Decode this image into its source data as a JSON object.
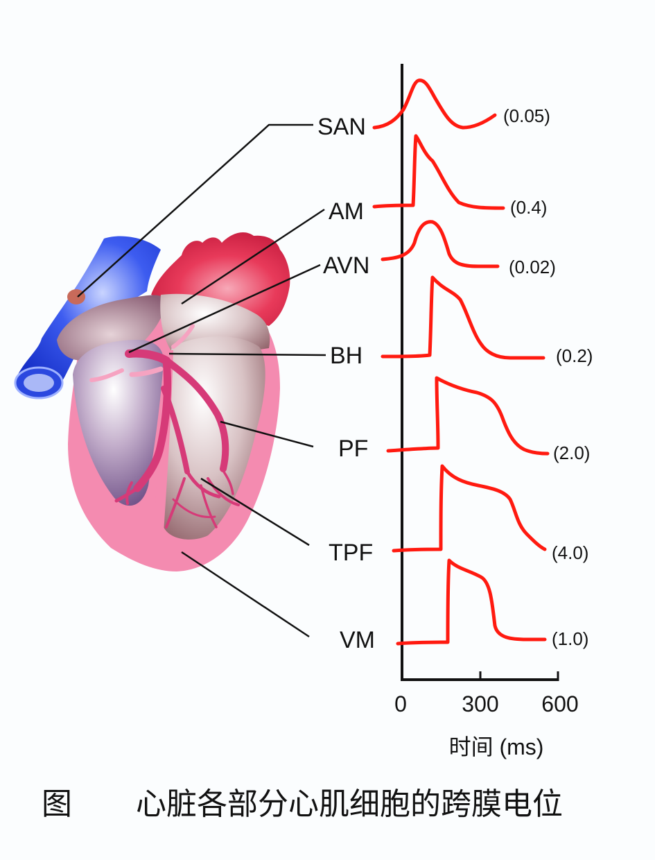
{
  "labels": {
    "san": "SAN",
    "am": "AM",
    "avn": "AVN",
    "bh": "BH",
    "pf": "PF",
    "tpf": "TPF",
    "vm": "VM"
  },
  "values": {
    "san": "(0.05)",
    "am": "(0.4)",
    "avn": "(0.02)",
    "bh": "(0.2)",
    "pf": "(2.0)",
    "tpf": "(4.0)",
    "vm": "(1.0)"
  },
  "axis": {
    "ticks": [
      "0",
      "300",
      "600"
    ],
    "xlabel": "时间 (ms)"
  },
  "caption": {
    "prefix": "图",
    "title": "心脏各部分心肌细胞的跨膜电位"
  },
  "colors": {
    "waveform": "#ff1a10",
    "vessel": "#1f3fd6",
    "aorta": "#e0284a",
    "myocardium": "#f48bb0",
    "conduction": "#d63a78"
  }
}
